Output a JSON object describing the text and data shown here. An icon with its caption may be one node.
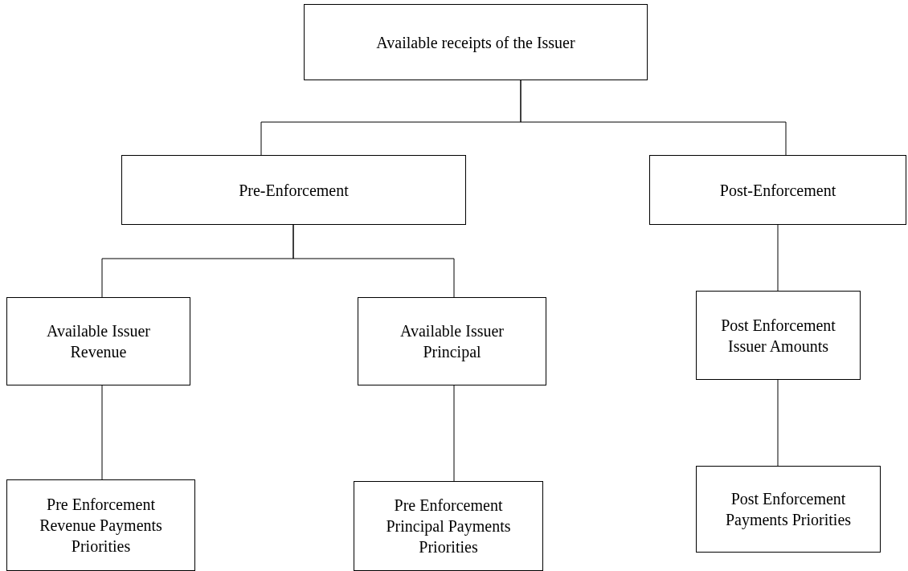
{
  "diagram": {
    "nodes": [
      {
        "text": [
          "Available receipts of the Issuer"
        ]
      },
      {
        "text": [
          "Pre-Enforcement"
        ]
      },
      {
        "text": [
          "Post-Enforcement"
        ]
      },
      {
        "text": [
          "Available Issuer Revenue"
        ]
      },
      {
        "text": [
          "Available Issuer Principal"
        ]
      },
      {
        "text": [
          "Post Enforcement Issuer Amounts"
        ]
      },
      {
        "text": [
          "Pre Enforcement Revenue Payments Priorities"
        ]
      },
      {
        "text": [
          "Pre Enforcement Principal Payments Priorities"
        ]
      },
      {
        "text": [
          "Post Enforcement Payments Priorities"
        ]
      }
    ],
    "edges": [
      {
        "from": 0,
        "to": 1,
        "arrow": "none"
      },
      {
        "from": 0,
        "to": 2,
        "arrow": "none"
      },
      {
        "from": 1,
        "to": 3,
        "arrow": "none"
      },
      {
        "from": 1,
        "to": 4,
        "arrow": "none"
      },
      {
        "from": 2,
        "to": 5,
        "arrow": "none"
      },
      {
        "from": 3,
        "to": 6,
        "arrow": "none"
      },
      {
        "from": 4,
        "to": 7,
        "arrow": "none"
      },
      {
        "from": 5,
        "to": 8,
        "arrow": "none"
      }
    ]
  }
}
